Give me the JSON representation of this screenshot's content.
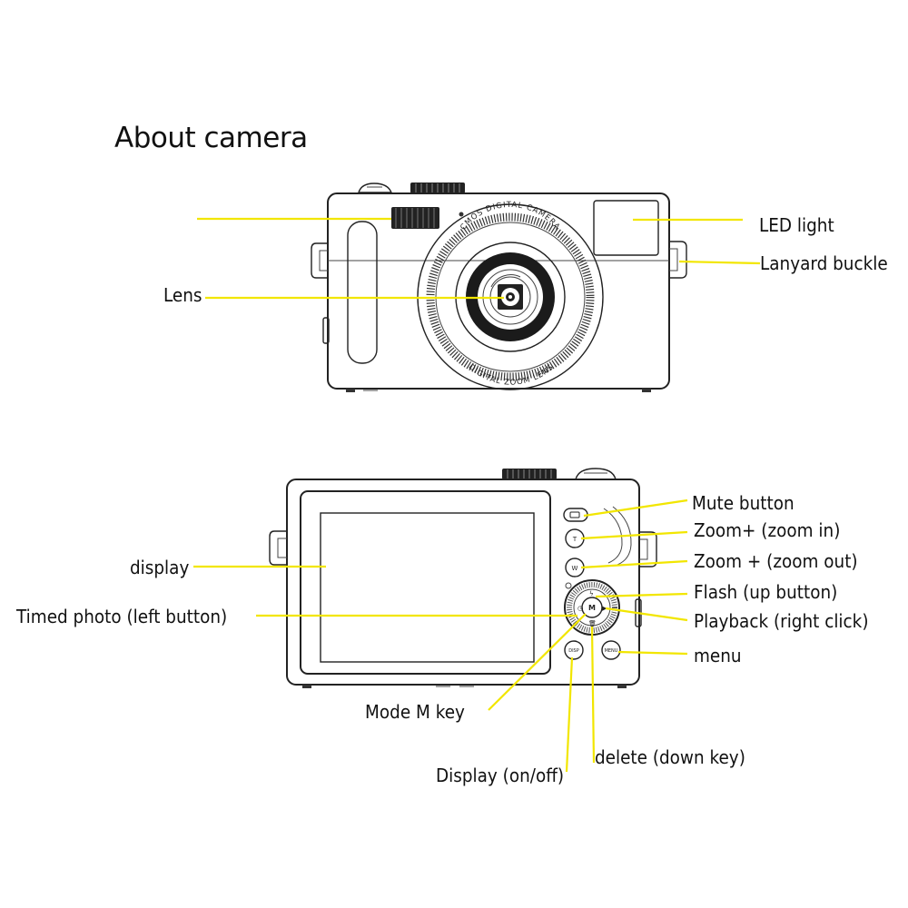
{
  "title": "About camera",
  "lens_text": {
    "top": "CMOS DIGITAL CAMERA",
    "bottom": "DIGITAL ZOOM LENS"
  },
  "front_labels": {
    "lens": "Lens",
    "led": "LED light",
    "lanyard": "Lanyard buckle"
  },
  "back_labels": {
    "display": "display",
    "timed": "Timed photo (left button)",
    "mute": "Mute button",
    "zoom_in": "Zoom+ (zoom in)",
    "zoom_out": "Zoom + (zoom out)",
    "flash": "Flash (up button)",
    "playback": "Playback (right click)",
    "menu": "menu",
    "mode": "Mode M key",
    "delete": "delete (down key)",
    "disp": "Display (on/off)"
  },
  "button_text": {
    "t": "T",
    "w": "W",
    "m": "M",
    "disp": "DISP",
    "menu": "MENU"
  },
  "colors": {
    "leader": "#f2e600",
    "outline": "#222222"
  }
}
